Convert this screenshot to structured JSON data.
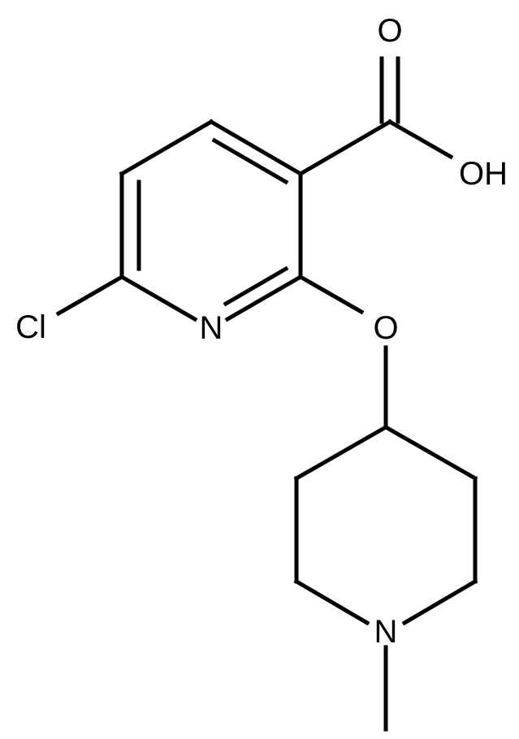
{
  "molecule": {
    "atoms": {
      "carbonyl_oxygen": "O",
      "hydroxyl": "OH",
      "chlorine": "Cl",
      "ring_nitrogen": "N",
      "ether_oxygen": "O",
      "piperidine_nitrogen": "N"
    }
  },
  "colors": {
    "ink": "#000000",
    "background": "#ffffff"
  }
}
